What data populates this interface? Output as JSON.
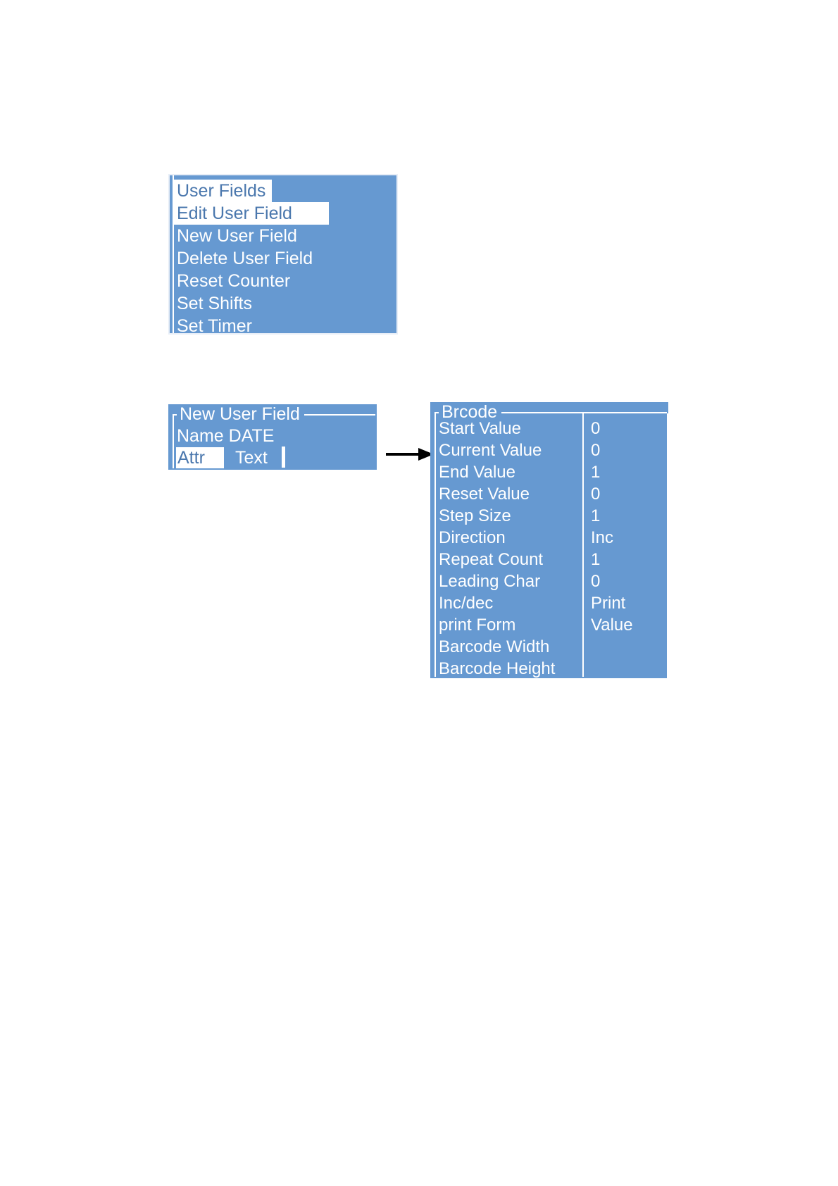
{
  "theme": {
    "panel_bg": "#6699d1",
    "text_color": "#ffffff",
    "highlight_bg": "#ffffff",
    "highlight_text": "#4a77ad",
    "page_bg": "#ffffff"
  },
  "user_fields_menu": {
    "title": "User Fields",
    "items": [
      {
        "label": "User Fields",
        "highlighted": true,
        "hl_width": 139
      },
      {
        "label": "Edit User Field",
        "highlighted": true,
        "hl_width": 220
      },
      {
        "label": "New User Field",
        "highlighted": false
      },
      {
        "label": "Delete User Field",
        "highlighted": false
      },
      {
        "label": "Reset Counter",
        "highlighted": false
      },
      {
        "label": "Set Shifts",
        "highlighted": false
      },
      {
        "label": "Set Timer",
        "highlighted": false
      }
    ]
  },
  "new_user_field_dialog": {
    "title": "New User Field",
    "name_row": {
      "label": "Name",
      "value": "DATE"
    },
    "attr_row": {
      "label": "Attr",
      "value": "Text",
      "caret_visible": true
    }
  },
  "brcode_panel": {
    "title": "Brcode",
    "rows": [
      {
        "label": "Start Value",
        "value": "0"
      },
      {
        "label": "Current  Value",
        "value": "0"
      },
      {
        "label": "End Value",
        "value": "1"
      },
      {
        "label": "Reset Value",
        "value": "0"
      },
      {
        "label": "Step Size",
        "value": "1"
      },
      {
        "label": "Direction",
        "value": "Inc"
      },
      {
        "label": "Repeat Count",
        "value": "1"
      },
      {
        "label": "Leading Char",
        "value": "0"
      },
      {
        "label": "Inc/dec",
        "value": "Print"
      },
      {
        "label": "print Form",
        "value": "Value"
      },
      {
        "label": "Barcode Width",
        "value": ""
      },
      {
        "label": "Barcode Height",
        "value": ""
      }
    ]
  },
  "flow_arrow": {
    "icon": "arrow-right-icon",
    "from": "new-user-field-dialog",
    "to": "brcode-panel"
  }
}
